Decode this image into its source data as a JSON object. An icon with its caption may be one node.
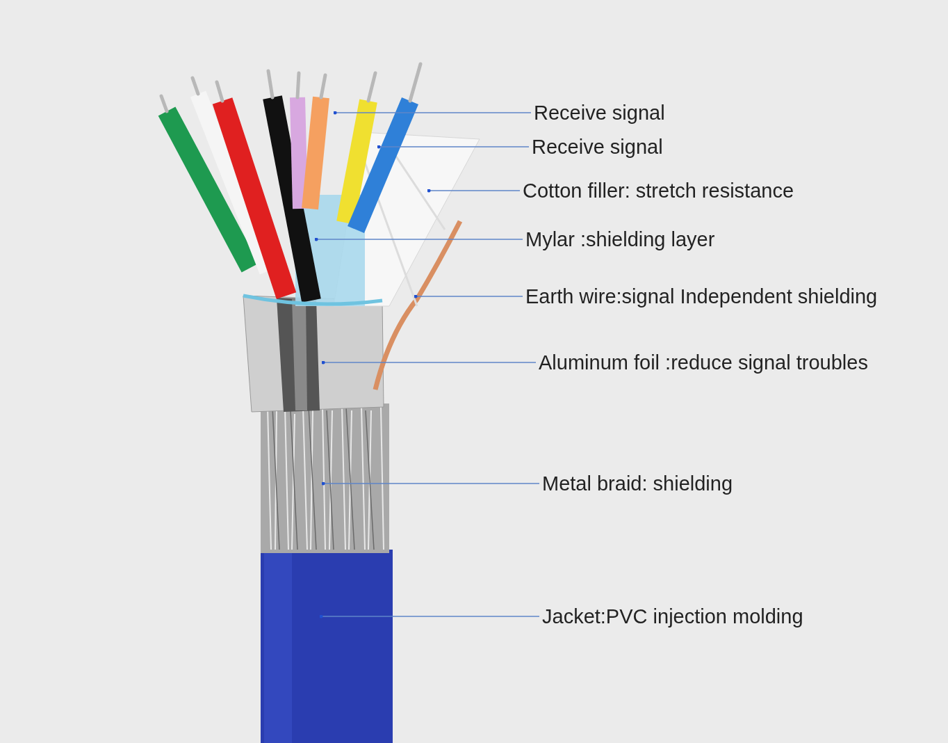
{
  "diagram": {
    "nodes": [
      {
        "text": [
          "Receive signal"
        ]
      },
      {
        "text": [
          "Receive signal"
        ]
      },
      {
        "text": [
          "Cotton filler: stretch resistance"
        ]
      },
      {
        "text": [
          "Mylar :shielding layer"
        ]
      },
      {
        "text": [
          "Earth wire:signal Independent shielding"
        ]
      },
      {
        "text": [
          "Aluminum foil :reduce signal troubles"
        ]
      },
      {
        "text": [
          "Metal braid: shielding"
        ]
      },
      {
        "text": [
          "Jacket:PVC injection molding"
        ]
      }
    ],
    "edges": [
      {
        "from": 0,
        "to": null,
        "arrow": "other"
      },
      {
        "from": 1,
        "to": null,
        "arrow": "other"
      },
      {
        "from": 2,
        "to": null,
        "arrow": "other"
      },
      {
        "from": 3,
        "to": null,
        "arrow": "other"
      },
      {
        "from": 4,
        "to": null,
        "arrow": "other"
      },
      {
        "from": 5,
        "to": null,
        "arrow": "other"
      },
      {
        "from": 6,
        "to": null,
        "arrow": "other"
      },
      {
        "from": 7,
        "to": null,
        "arrow": "other"
      }
    ]
  }
}
